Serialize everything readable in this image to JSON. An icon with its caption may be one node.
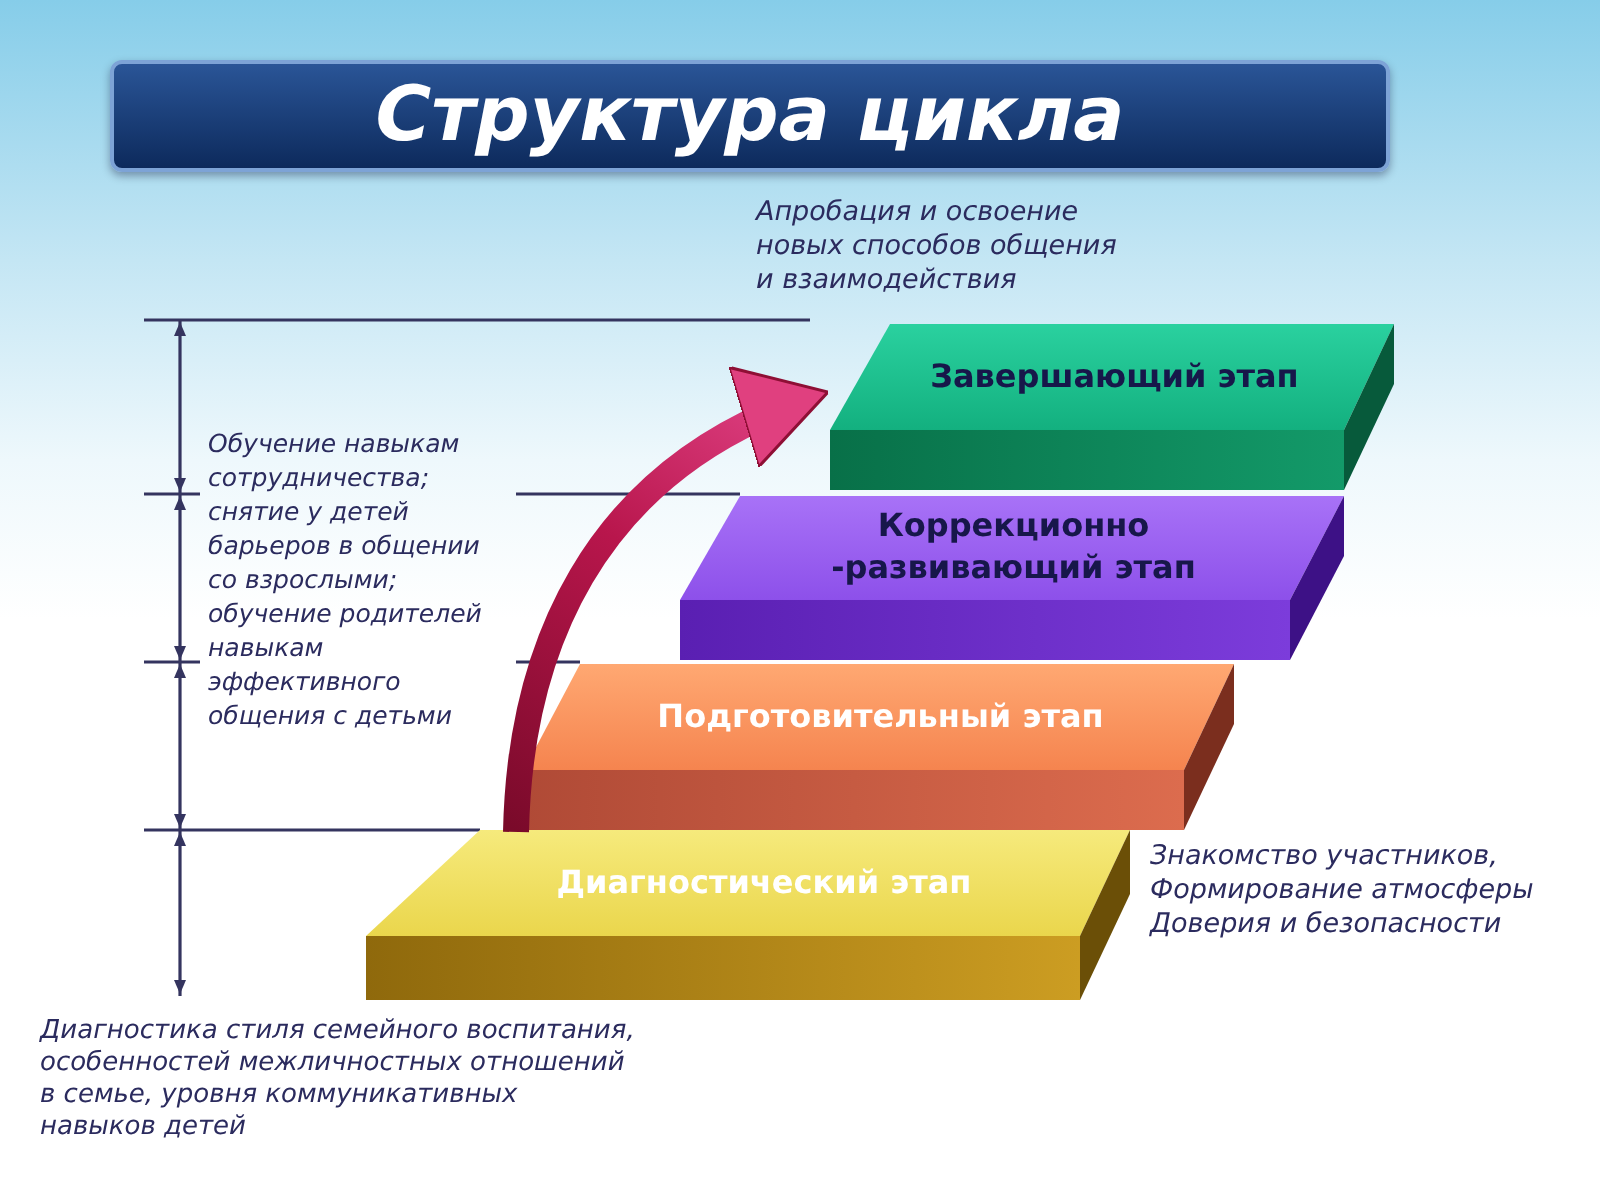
{
  "diagram": {
    "title": "Структура цикла",
    "nodes": [
      {
        "text": [
          "Завершающий этап"
        ]
      },
      {
        "text": [
          "Коррекционно -развивающий этап"
        ]
      },
      {
        "text": [
          "Подготовительный этап"
        ]
      },
      {
        "text": [
          "Диагностический этап"
        ]
      }
    ],
    "edges": [
      {
        "from": 3,
        "to": 0,
        "arrow": "to",
        "style": "thick"
      }
    ],
    "labels": [
      "Апробация и освоение новых способов общения и взаимодействия",
      "Обучение навыкам сотрудничества; снятие у детей барьеров в общении со взрослыми; обучение родителей навыкам эффективного общения с детьми",
      "Знакомство участников, Формирование атмосферы Доверия и безопасности",
      "Диагностика стиля семейного воспитания, особенностей межличностных отношений в семье, уровня коммуникативных навыков детей"
    ]
  }
}
